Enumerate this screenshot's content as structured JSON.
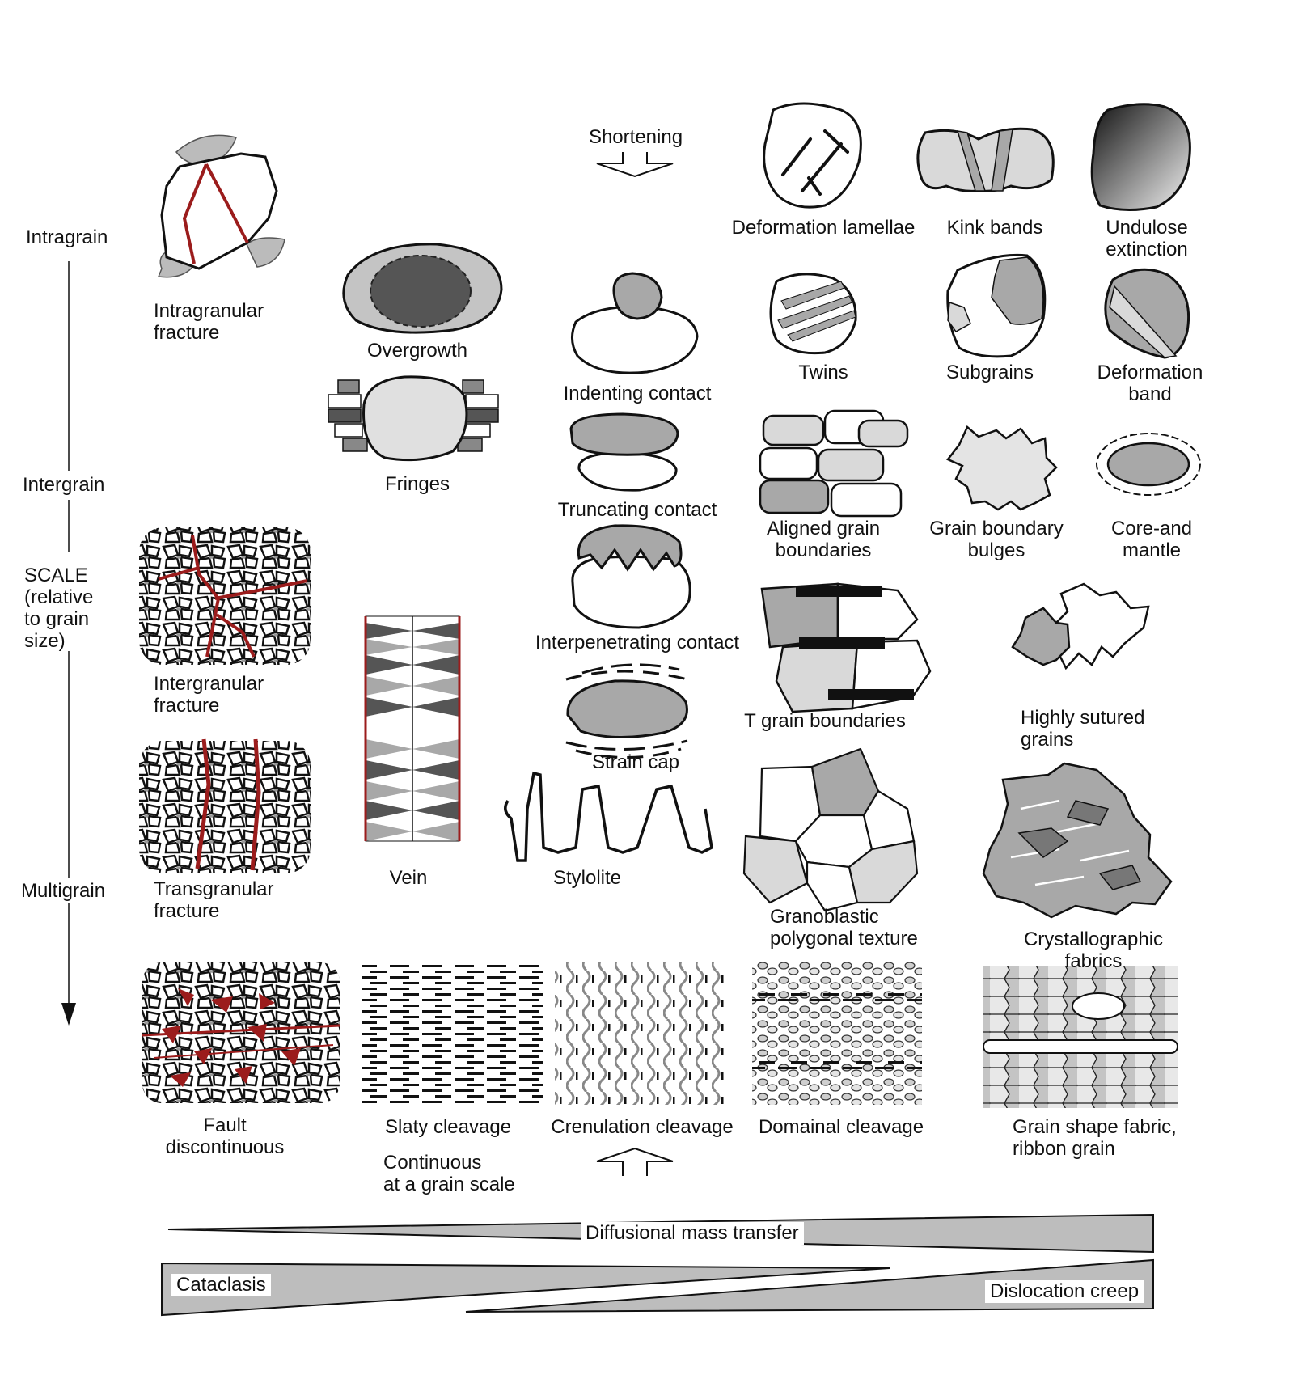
{
  "axis": {
    "intragrain": "Intragrain",
    "intergrain": "Intergrain",
    "scale": "SCALE\n(relative\nto grain\nsize)",
    "multigrain": "Multigrain"
  },
  "shortening_top": "Shortening",
  "labels": {
    "intragranular_fracture": "Intragranular\nfracture",
    "overgrowth": "Overgrowth",
    "fringes": "Fringes",
    "indenting_contact": "Indenting contact",
    "truncating_contact": "Truncating contact",
    "interpenetrating_contact": "Interpenetrating contact",
    "strain_cap": "Strain cap",
    "stylolite": "Stylolite",
    "vein": "Vein",
    "intergranular_fracture": "Intergranular\nfracture",
    "transgranular_fracture": "Transgranular\nfracture",
    "deformation_lamellae": "Deformation lamellae",
    "kink_bands": "Kink bands",
    "undulose_extinction": "Undulose extinction",
    "twins": "Twins",
    "subgrains": "Subgrains",
    "deformation_band": "Deformation band",
    "aligned_grain_boundaries": "Aligned grain\nboundaries",
    "grain_boundary_bulges": "Grain boundary\nbulges",
    "core_and_mantle": "Core-and mantle",
    "t_grain_boundaries": "T grain boundaries",
    "highly_sutured_grains": "Highly sutured\ngrains",
    "granoblastic_texture": "Granoblastic\npolygonal texture",
    "crystallographic_fabrics": "Crystallographic fabrics",
    "fault_discontinuous": "Fault\ndiscontinuous",
    "slaty_cleavage": "Slaty cleavage",
    "crenulation_cleavage": "Crenulation cleavage",
    "domainal_cleavage": "Domainal cleavage",
    "grain_shape_fabric": "Grain shape fabric,\nribbon grain",
    "continuous": "Continuous\nat a grain scale"
  },
  "wedges": {
    "diffusional": "Diffusional mass transfer",
    "cataclasis": "Cataclasis",
    "dislocation": "Dislocation creep"
  },
  "colors": {
    "fracture_red": "#9b1c1c",
    "light_gray": "#d9d9d9",
    "mid_gray": "#a8a8a8",
    "dark_gray": "#555555",
    "wedge_gray": "#bdbdbd"
  }
}
